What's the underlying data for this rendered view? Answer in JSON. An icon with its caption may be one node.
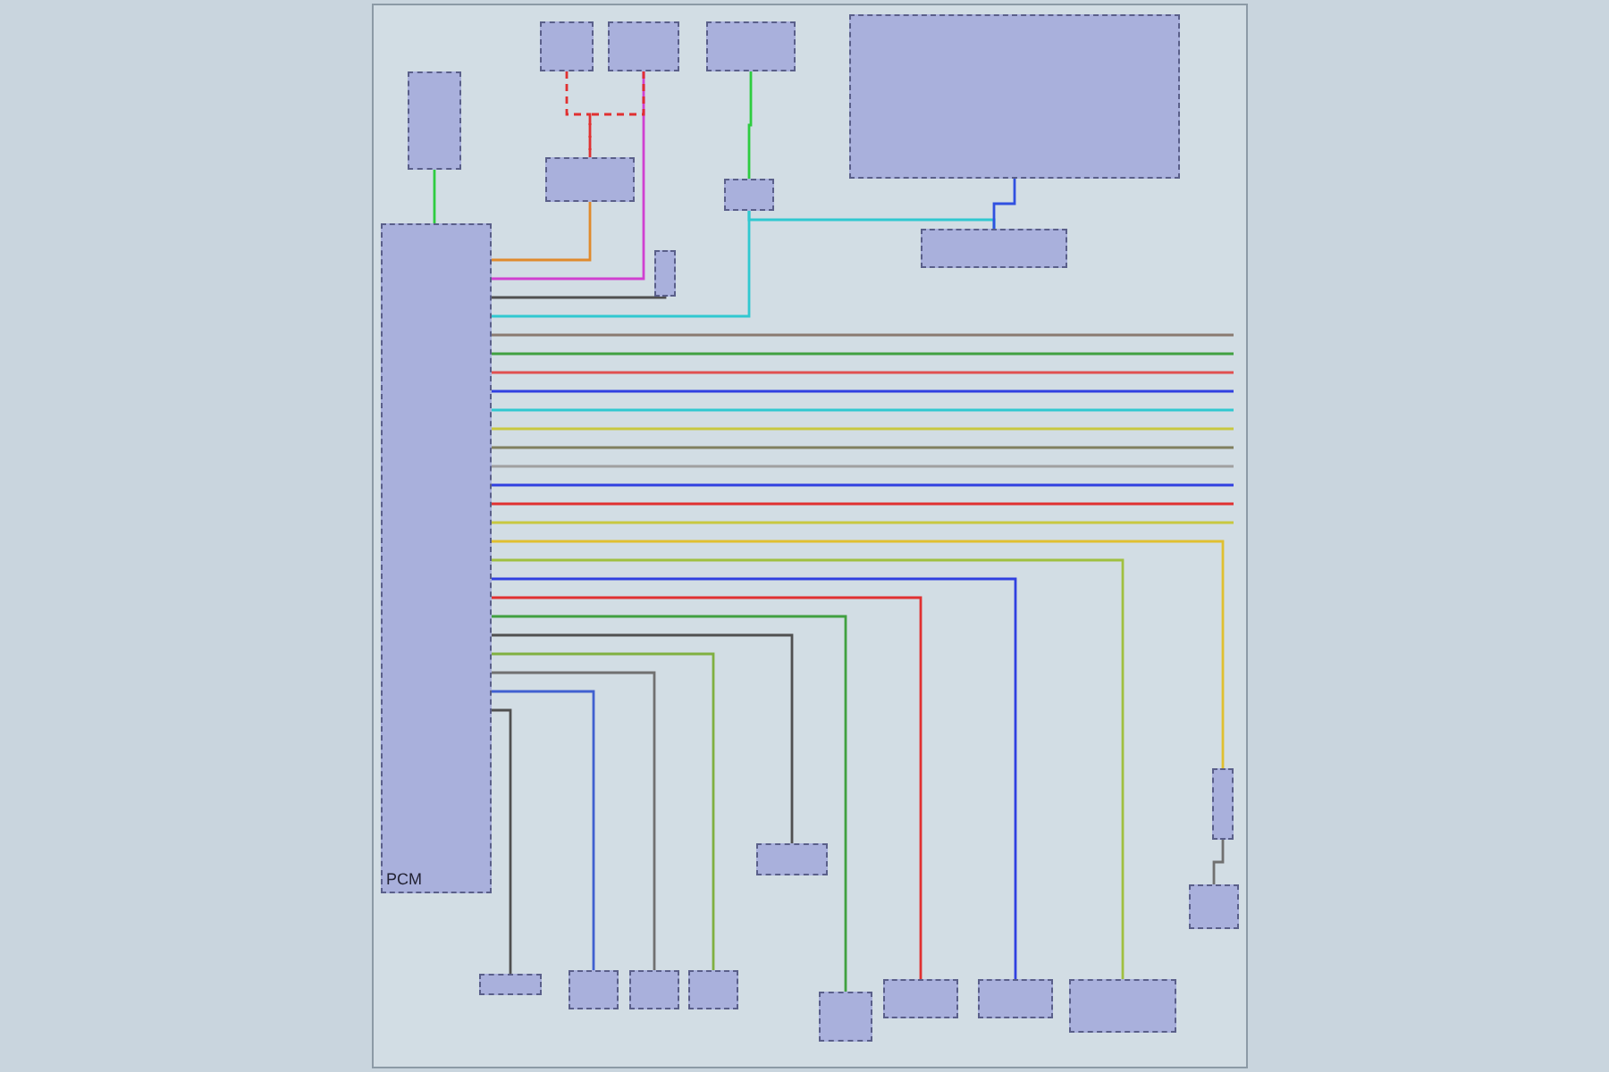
{
  "diagram": {
    "nodes": [
      {
        "text": [
          "PCM"
        ]
      },
      {
        "text": [],
        "shape": "box"
      },
      {
        "text": [],
        "shape": "box"
      },
      {
        "text": [],
        "shape": "box"
      },
      {
        "text": [],
        "shape": "box"
      },
      {
        "text": [],
        "shape": "box"
      },
      {
        "text": [],
        "shape": "box"
      },
      {
        "text": [],
        "shape": "box"
      },
      {
        "text": [],
        "shape": "box"
      },
      {
        "text": [],
        "shape": "box"
      },
      {
        "text": [],
        "shape": "box"
      },
      {
        "text": [],
        "shape": "box"
      },
      {
        "text": [],
        "shape": "box"
      },
      {
        "text": [],
        "shape": "box"
      },
      {
        "text": [],
        "shape": "box"
      },
      {
        "text": [],
        "shape": "box"
      },
      {
        "text": [],
        "shape": "box"
      },
      {
        "text": [],
        "shape": "box"
      },
      {
        "text": [],
        "shape": "box"
      },
      {
        "text": [],
        "shape": "box"
      },
      {
        "text": [],
        "shape": "box"
      }
    ],
    "edges": [
      {
        "from": 0,
        "to": 1,
        "arrow": "none",
        "color": "#2ecc40"
      },
      {
        "from": 0,
        "to": 5,
        "arrow": "none",
        "color": "#e08a2c"
      },
      {
        "from": 0,
        "to": 3,
        "arrow": "none",
        "color": "#d040d0"
      },
      {
        "from": 0,
        "to": 6,
        "arrow": "none",
        "color": "#505050"
      },
      {
        "from": 0,
        "to": 7,
        "arrow": "none",
        "color": "#30c8d0"
      },
      {
        "from": 7,
        "to": 9,
        "arrow": "none",
        "color": "#30c8d0"
      },
      {
        "from": 9,
        "to": 8,
        "arrow": "none",
        "color": "#3050e0"
      },
      {
        "from": 2,
        "to": 5,
        "arrow": "none",
        "style": "dashed",
        "color": "#e03030"
      },
      {
        "from": 3,
        "to": 5,
        "arrow": "none",
        "style": "dashed",
        "color": "#e03030"
      },
      {
        "from": 4,
        "to": 7,
        "arrow": "none",
        "color": "#2ecc40"
      },
      {
        "from": 0,
        "to": null,
        "arrow": "none",
        "color": "#8a7a70"
      },
      {
        "from": 0,
        "to": null,
        "arrow": "none",
        "color": "#40a040"
      },
      {
        "from": 0,
        "to": null,
        "arrow": "none",
        "color": "#e05050"
      },
      {
        "from": 0,
        "to": null,
        "arrow": "none",
        "color": "#3040e0"
      },
      {
        "from": 0,
        "to": null,
        "arrow": "none",
        "color": "#30c8d0"
      },
      {
        "from": 0,
        "to": null,
        "arrow": "none",
        "color": "#c8c840"
      },
      {
        "from": 0,
        "to": null,
        "arrow": "none",
        "color": "#808060"
      },
      {
        "from": 0,
        "to": null,
        "arrow": "none",
        "color": "#a0a0a0"
      },
      {
        "from": 0,
        "to": null,
        "arrow": "none",
        "color": "#3040e0"
      },
      {
        "from": 0,
        "to": null,
        "arrow": "none",
        "color": "#e03030"
      },
      {
        "from": 0,
        "to": null,
        "arrow": "none",
        "color": "#c8c840"
      },
      {
        "from": 0,
        "to": 19,
        "arrow": "none",
        "color": "#e0c030"
      },
      {
        "from": 0,
        "to": 18,
        "arrow": "none",
        "color": "#a0c040"
      },
      {
        "from": 0,
        "to": 17,
        "arrow": "none",
        "color": "#3040e0"
      },
      {
        "from": 0,
        "to": 16,
        "arrow": "none",
        "color": "#e03030"
      },
      {
        "from": 0,
        "to": 15,
        "arrow": "none",
        "color": "#40a040"
      },
      {
        "from": 0,
        "to": 14,
        "arrow": "none",
        "color": "#505050"
      },
      {
        "from": 0,
        "to": 13,
        "arrow": "none",
        "color": "#80b040"
      },
      {
        "from": 0,
        "to": 12,
        "arrow": "none",
        "color": "#707070"
      },
      {
        "from": 0,
        "to": 11,
        "arrow": "none",
        "color": "#4060d0"
      },
      {
        "from": 0,
        "to": 10,
        "arrow": "none",
        "color": "#505050"
      },
      {
        "from": 19,
        "to": 20,
        "arrow": "none",
        "color": "#707070"
      }
    ]
  }
}
